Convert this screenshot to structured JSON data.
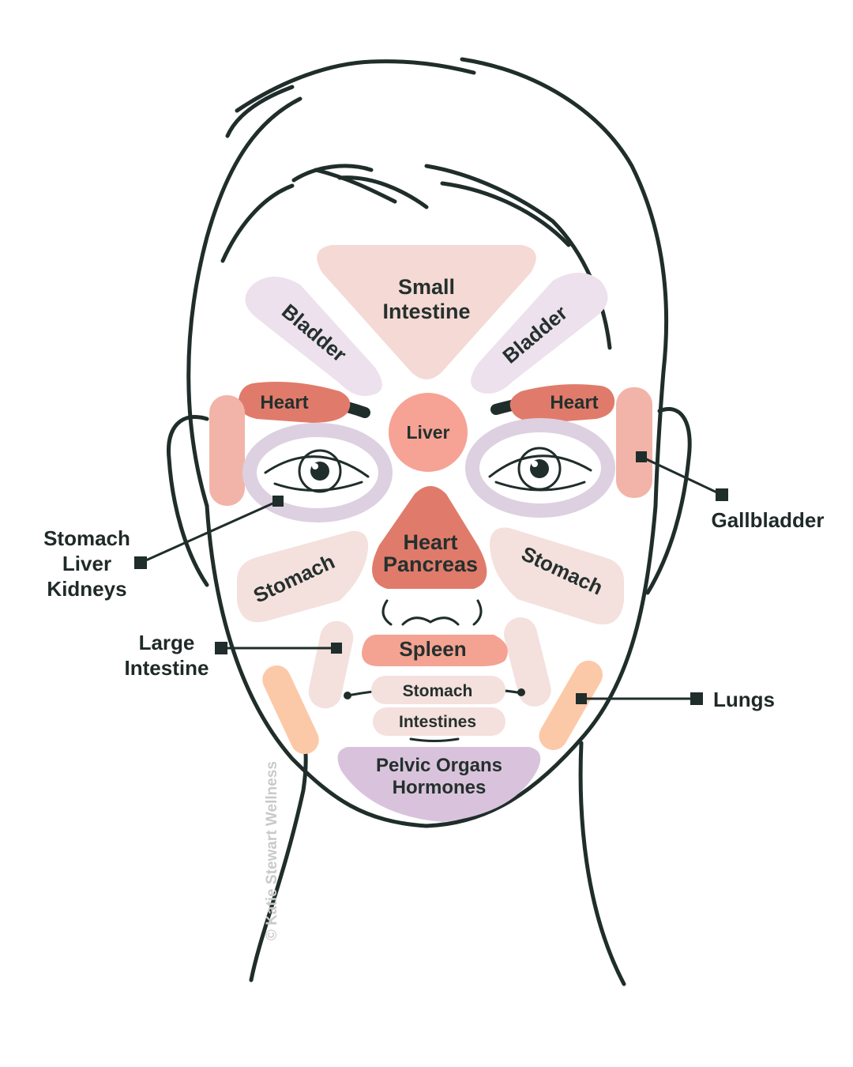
{
  "colors": {
    "small_intestine": "#f5d9d4",
    "bladder": "#ede1ee",
    "heart": "#e07b6b",
    "liver": "#f6a395",
    "eye_ring": "#ddd0e0",
    "temple": "#f2b4a8",
    "stomach_cheek": "#f4e0dd",
    "spleen": "#f4a292",
    "lungs": "#fcc9a8",
    "pelvic": "#d9c3dc",
    "outline": "#1f2d2b"
  },
  "zones": {
    "small_intestine": [
      "Small",
      "Intestine"
    ],
    "bladder_left": "Bladder",
    "bladder_right": "Bladder",
    "heart_left": "Heart",
    "heart_right": "Heart",
    "liver": "Liver",
    "heart_pancreas": [
      "Heart",
      "Pancreas"
    ],
    "stomach_left": "Stomach",
    "stomach_right": "Stomach",
    "spleen": "Spleen",
    "stomach_chin": "Stomach",
    "intestines_chin": "Intestines",
    "pelvic": [
      "Pelvic Organs",
      "Hormones"
    ]
  },
  "callouts": {
    "under_eye": [
      "Stomach",
      "Liver",
      "Kidneys"
    ],
    "gallbladder": "Gallbladder",
    "large_intestine": [
      "Large",
      "Intestine"
    ],
    "lungs": "Lungs"
  },
  "copyright": "© Katie Stewart Wellness"
}
